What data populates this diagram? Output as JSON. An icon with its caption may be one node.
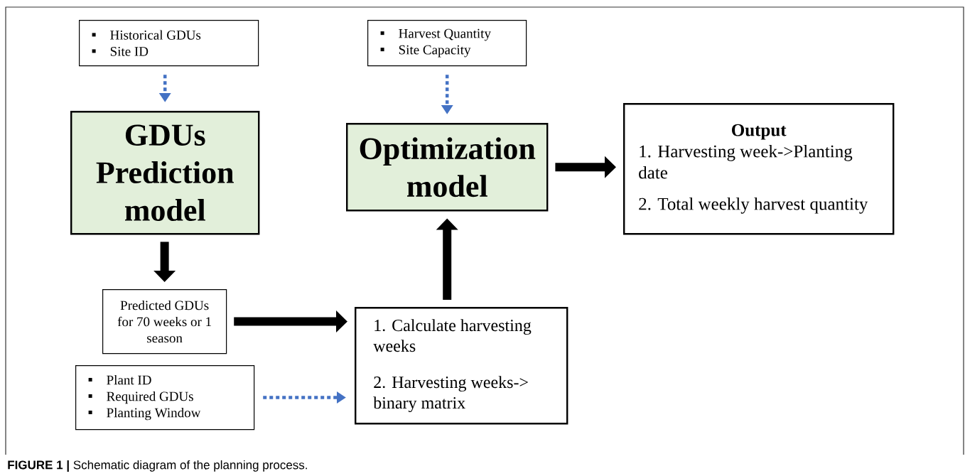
{
  "diagram": {
    "caption": "**FIGURE 1 |** Schematic diagram of the planning process.",
    "nodes": [
      {
        "text": [
          "Historical GDUs",
          "Site ID"
        ]
      },
      {
        "text": [
          "GDUs Prediction model"
        ]
      },
      {
        "text": [
          "Harvest Quantity",
          "Site Capacity"
        ]
      },
      {
        "text": [
          "Optimization model"
        ]
      },
      {
        "text": [
          "Output",
          "1. Harvesting week->Planting date",
          "2. Total weekly harvest quantity"
        ]
      },
      {
        "text": [
          "Predicted GDUs for 70 weeks or 1 season"
        ]
      },
      {
        "text": [
          "Plant ID",
          "Required GDUs",
          "Planting Window"
        ]
      },
      {
        "text": [
          "1. Calculate harvesting weeks",
          "2. Harvesting weeks-> binary matrix"
        ]
      }
    ],
    "edges": [
      {
        "from": 0,
        "to": 1,
        "arrow": "to",
        "style": "dashed",
        "color": "#4472c4"
      },
      {
        "from": 2,
        "to": 3,
        "arrow": "to",
        "style": "dashed",
        "color": "#4472c4"
      },
      {
        "from": 3,
        "to": 4,
        "arrow": "to"
      },
      {
        "from": 1,
        "to": 5,
        "arrow": "to"
      },
      {
        "from": 5,
        "to": 7,
        "arrow": "to"
      },
      {
        "from": 6,
        "to": 7,
        "arrow": "to",
        "style": "dashed",
        "color": "#4472c4"
      },
      {
        "from": 7,
        "to": 3,
        "arrow": "to"
      }
    ]
  }
}
